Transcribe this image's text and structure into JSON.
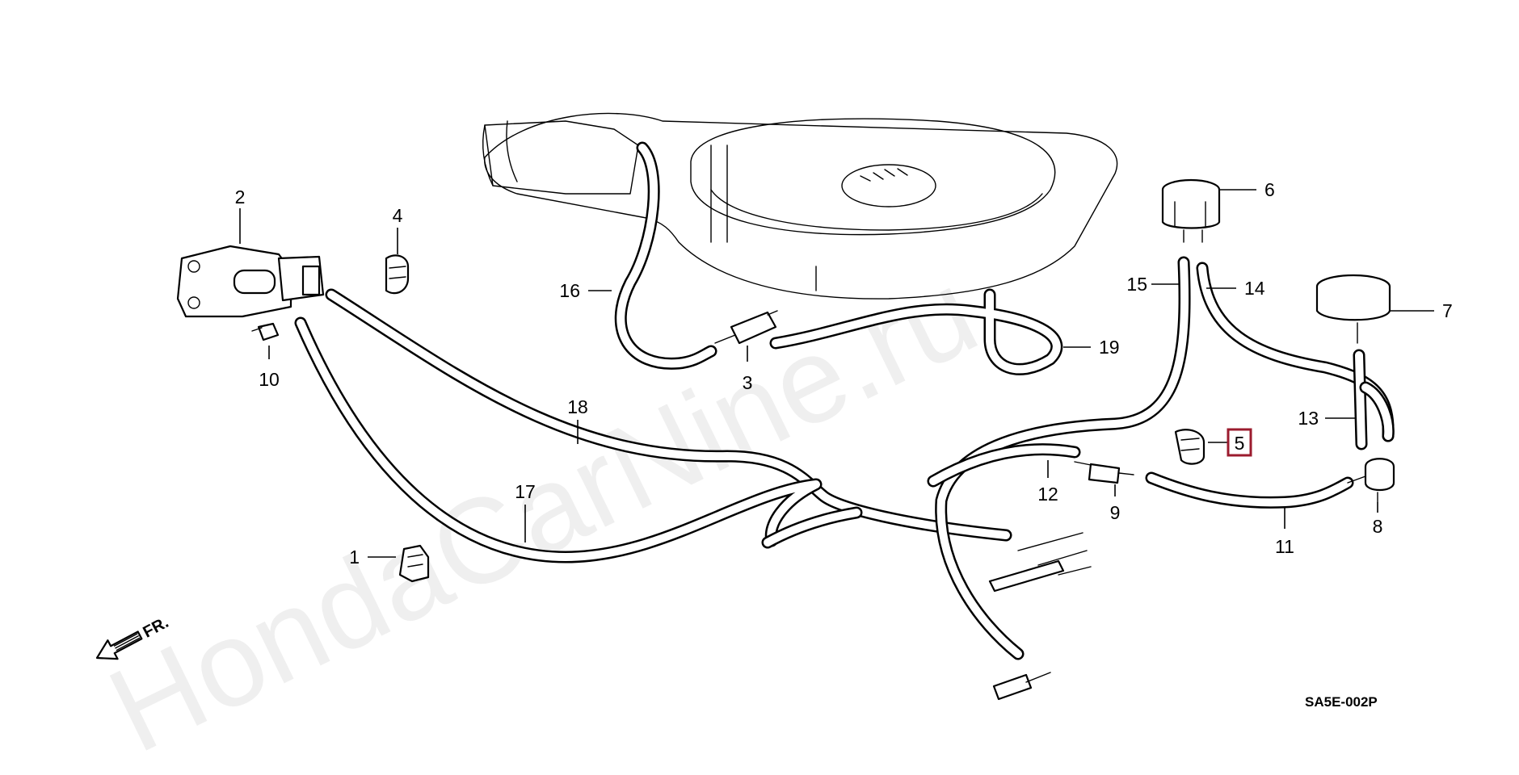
{
  "watermark": "HondaCarNine.ru",
  "direction_label": "FR.",
  "diagram_code": "SA5E-002P",
  "highlighted_part": "5",
  "callouts": {
    "c1": "1",
    "c2": "2",
    "c3": "3",
    "c4": "4",
    "c5": "5",
    "c6": "6",
    "c7": "7",
    "c8": "8",
    "c9": "9",
    "c10": "10",
    "c11": "11",
    "c12": "12",
    "c13": "13",
    "c14": "14",
    "c15": "15",
    "c16": "16",
    "c17": "17",
    "c18": "18",
    "c19": "19"
  },
  "colors": {
    "line": "#000000",
    "background": "#ffffff",
    "highlight": "#9b1b2e"
  }
}
